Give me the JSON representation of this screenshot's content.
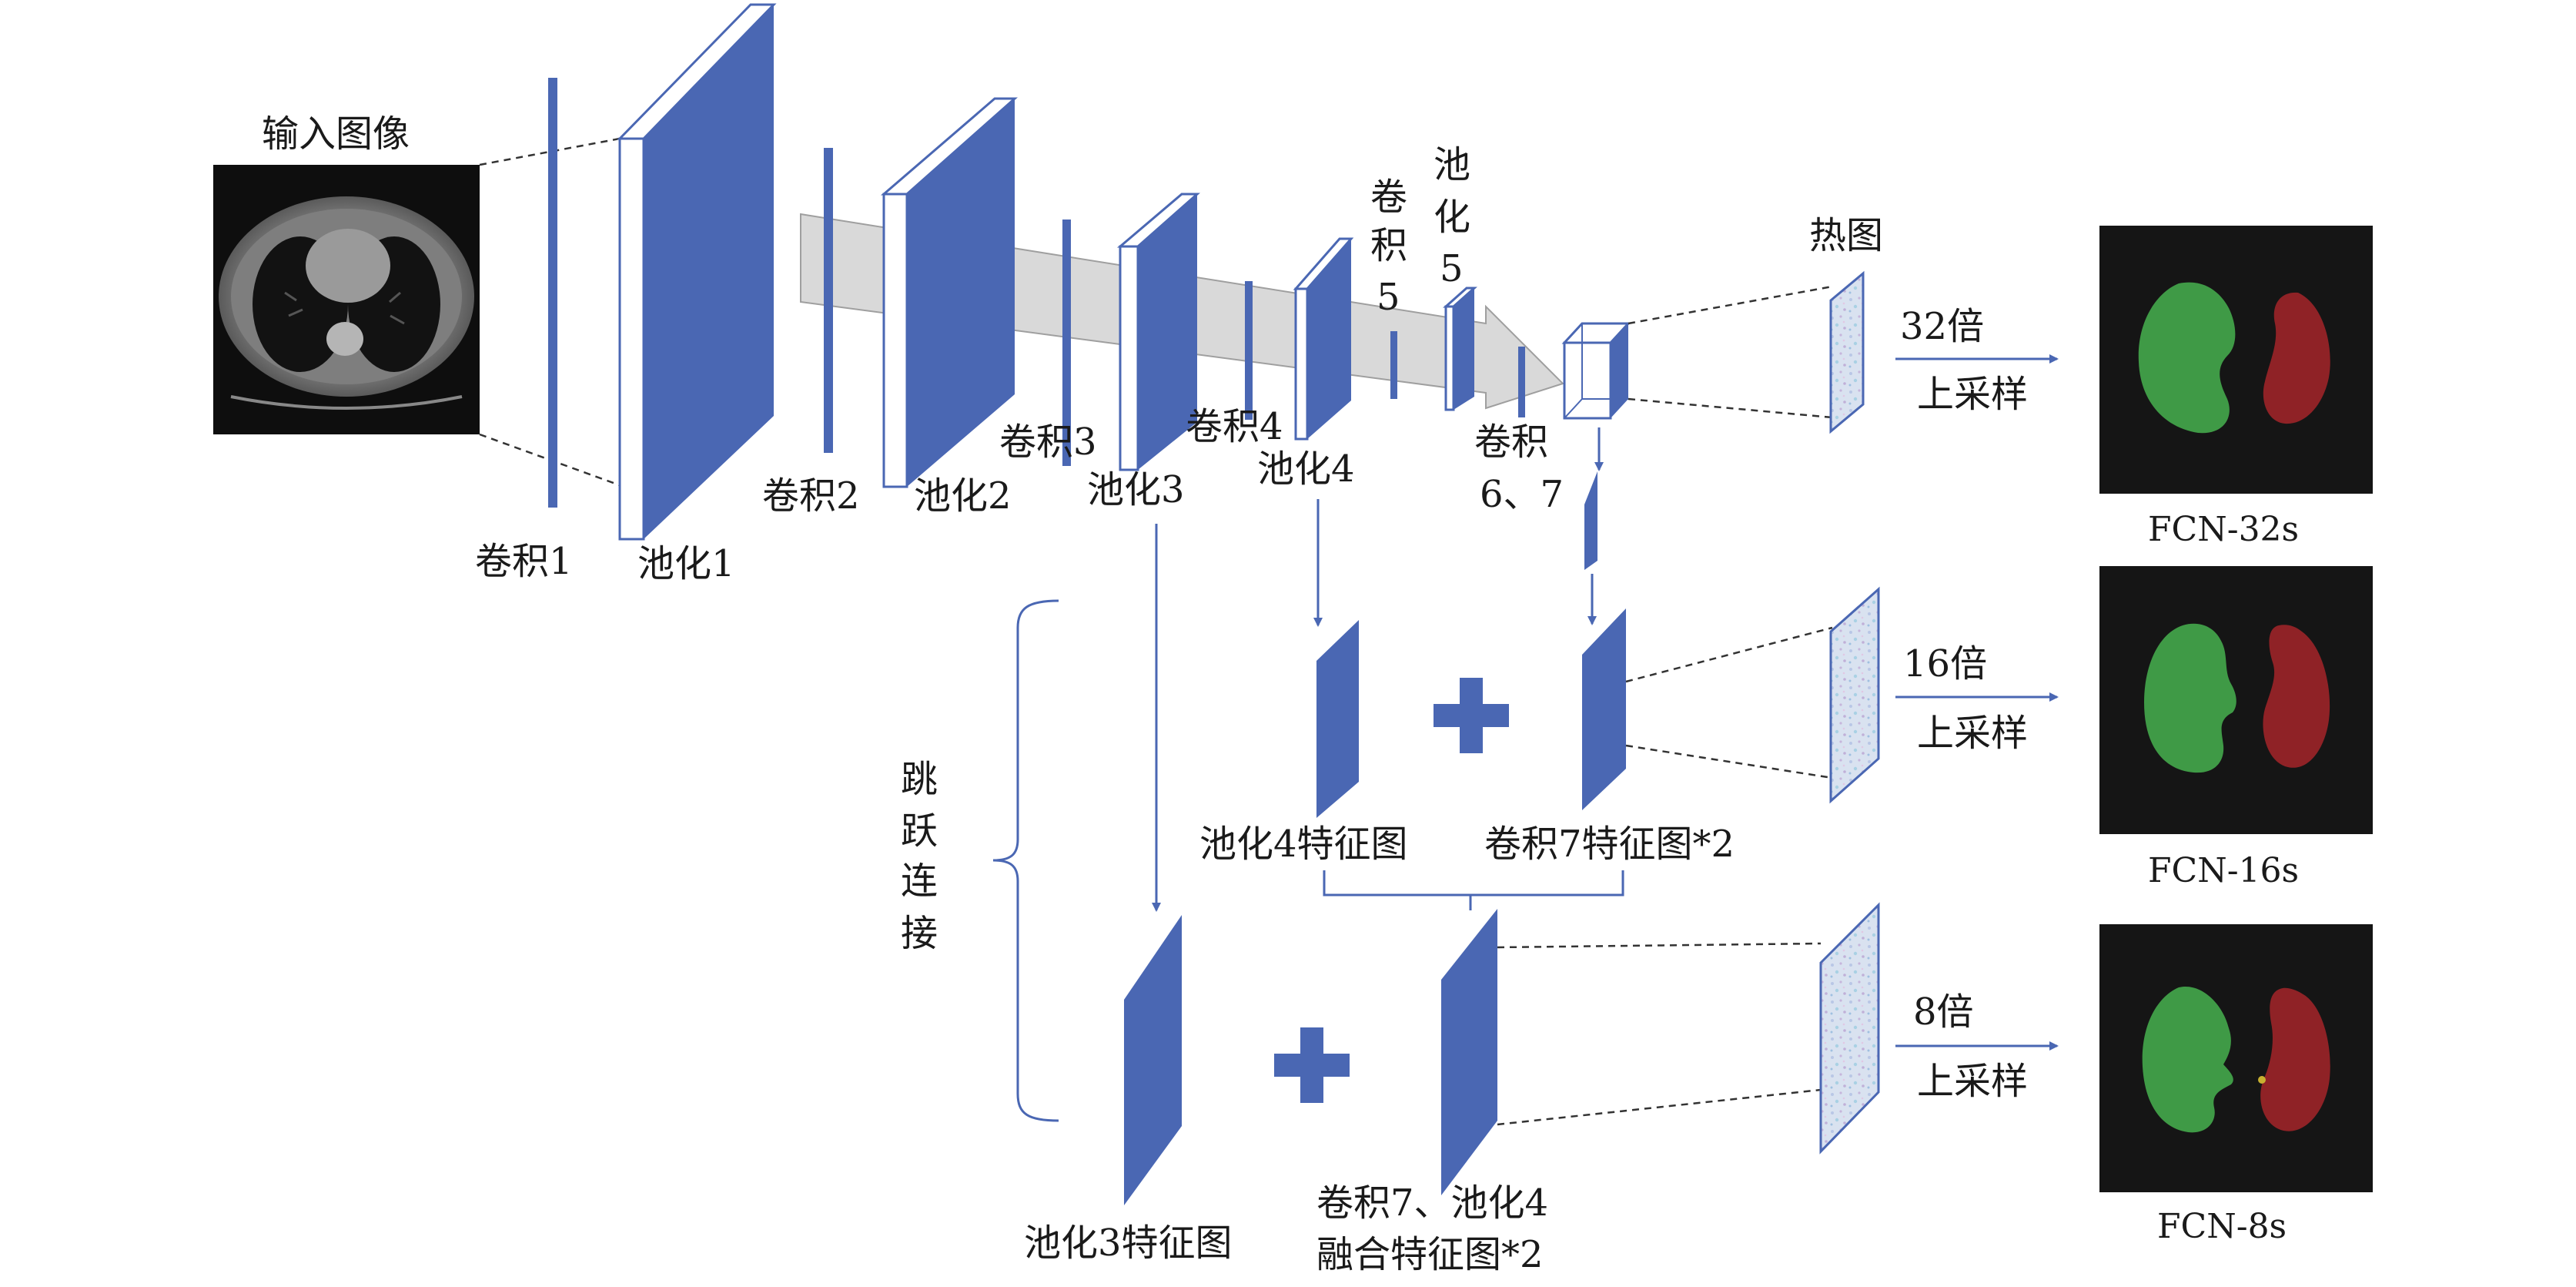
{
  "labels": {
    "input_image": "输入图像",
    "conv1": "卷积1",
    "pool1": "池化1",
    "conv2": "卷积2",
    "pool2": "池化2",
    "conv3": "卷积3",
    "pool3": "池化3",
    "conv4": "卷积4",
    "pool4": "池化4",
    "conv5": [
      "卷",
      "积",
      "5"
    ],
    "pool5": [
      "池",
      "化",
      "5"
    ],
    "conv67": [
      "卷积",
      "6、7"
    ],
    "heatmap": "热图",
    "skip": [
      "跳",
      "跃",
      "连",
      "接"
    ],
    "pool4_feature": "池化4特征图",
    "conv7_feature": "卷积7特征图*2",
    "pool3_feature": "池化3特征图",
    "fused_feature": [
      "卷积7、池化4",
      "融合特征图*2"
    ]
  },
  "outputs": [
    {
      "scale": "32倍",
      "upsample": "上采样",
      "name": "FCN-32s"
    },
    {
      "scale": "16倍",
      "upsample": "上采样",
      "name": "FCN-16s"
    },
    {
      "scale": "8倍",
      "upsample": "上采样",
      "name": "FCN-8s"
    }
  ],
  "colors": {
    "block": "#4a67b3",
    "left_lung": "#3f9a46",
    "right_lung": "#8f2226",
    "output_bg": "#151515"
  }
}
